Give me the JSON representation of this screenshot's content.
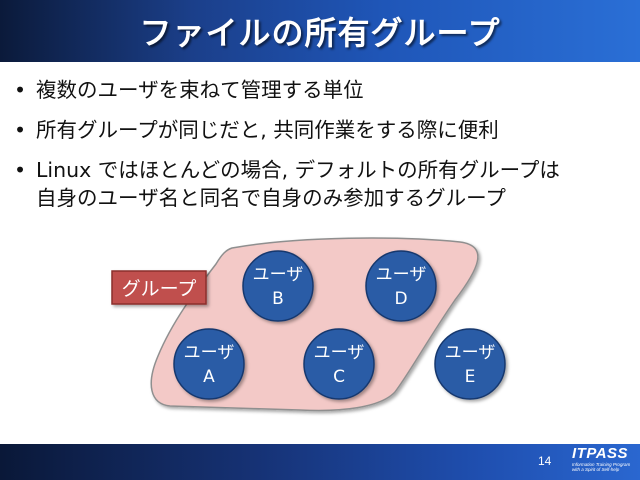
{
  "slide": {
    "title": "ファイルの所有グループ",
    "bullets": [
      {
        "symbol": "•",
        "lines": [
          "複数のユーザを束ねて管理する単位"
        ]
      },
      {
        "symbol": "•",
        "lines": [
          "所有グループが同じだと, 共同作業をする際に便利"
        ]
      },
      {
        "symbol": "•",
        "lines": [
          "Linux ではほとんどの場合, デフォルトの所有グループは",
          "自身のユーザ名と同名で自身のみ参加するグループ"
        ]
      }
    ]
  },
  "diagram": {
    "group_label": "グループ",
    "users": [
      {
        "label": "ユーザ",
        "id": "A",
        "in_group": true
      },
      {
        "label": "ユーザ",
        "id": "B",
        "in_group": true
      },
      {
        "label": "ユーザ",
        "id": "C",
        "in_group": true
      },
      {
        "label": "ユーザ",
        "id": "D",
        "in_group": true
      },
      {
        "label": "ユーザ",
        "id": "E",
        "in_group": false
      }
    ],
    "colors": {
      "group_fill": "#f3c9c7",
      "group_stroke": "#8f8f8f",
      "user_fill": "#2b5ca6",
      "user_stroke": "#17386e",
      "label_fill": "#c0504d",
      "label_stroke": "#8a2f2c"
    }
  },
  "footer": {
    "page_number": "14",
    "logo_text": "ITPASS",
    "logo_tagline_1": "Information Training Program",
    "logo_tagline_2": "with a Spirit of Self-help"
  }
}
